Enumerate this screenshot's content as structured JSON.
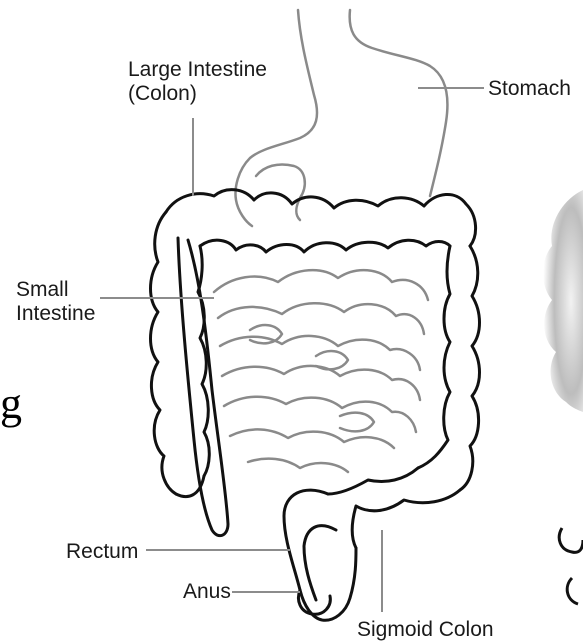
{
  "labels": {
    "large_intestine_line1": "Large Intestine",
    "large_intestine_line2": "(Colon)",
    "stomach": "Stomach",
    "small_intestine_line1": "Small",
    "small_intestine_line2": "Intestine",
    "rectum": "Rectum",
    "anus": "Anus",
    "sigmoid_colon": "Sigmoid Colon",
    "cropped_text_fragment": "g"
  },
  "colors": {
    "outline": "#111111",
    "small_intestine": "#8a8a8a",
    "leader_line": "#8c8c8c"
  }
}
